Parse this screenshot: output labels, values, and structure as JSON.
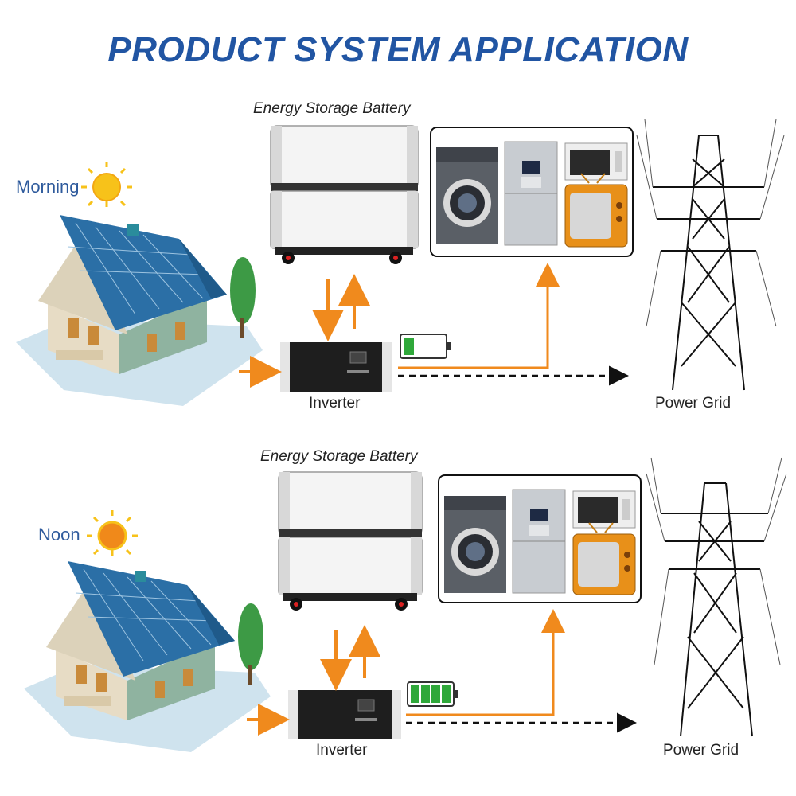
{
  "title": "PRODUCT SYSTEM APPLICATION",
  "scenes": [
    {
      "time_label": "Morning",
      "battery_label": "Energy Storage Battery",
      "inverter_label": "Inverter",
      "grid_label": "Power Grid",
      "battery_level": 0.25
    },
    {
      "time_label": "Noon",
      "battery_label": "Energy Storage Battery",
      "inverter_label": "Inverter",
      "grid_label": "Power Grid",
      "battery_level": 1.0
    }
  ],
  "colors": {
    "title": "#2155a3",
    "arrow": "#f08a1d",
    "battery_green": "#2fa83a",
    "sun": "#f7c21a"
  }
}
